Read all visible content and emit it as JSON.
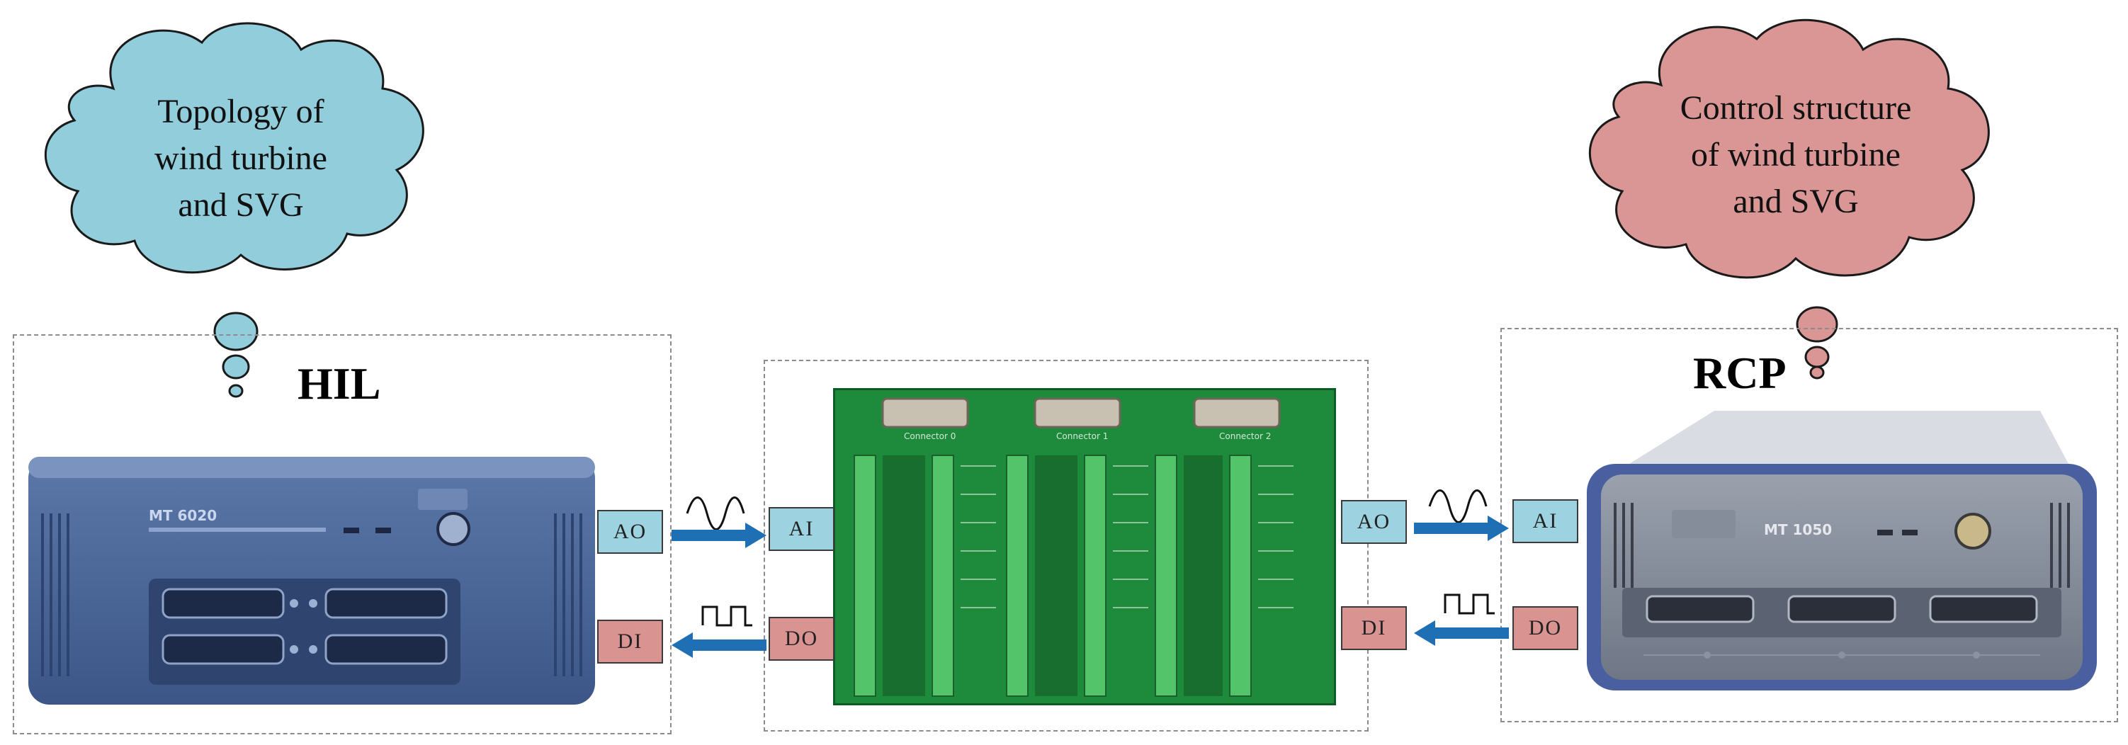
{
  "clouds": {
    "left": {
      "lines": [
        "Topology of",
        "wind turbine",
        "and SVG"
      ],
      "color": "#92cddc"
    },
    "right": {
      "lines": [
        "Control structure",
        "of wind turbine",
        "and SVG"
      ],
      "color": "#d99694"
    }
  },
  "titles": {
    "hil": "HIL",
    "rcp": "RCP"
  },
  "signals": {
    "ao_left": "AO",
    "ai_mid": "AI",
    "di_left": "DI",
    "do_mid": "DO",
    "ao_mid": "AO",
    "ai_right": "AI",
    "di_mid": "DI",
    "do_right": "DO"
  },
  "device_labels": {
    "hil_model": "MT 6020",
    "rcp_model": "MT 1050"
  },
  "board_labels": {
    "connector_left": "Connector 0",
    "connector_mid": "Connector 1",
    "connector_right": "Connector 2"
  },
  "colors": {
    "blue_tag": "#9dd3e1",
    "red_tag": "#d99391",
    "arrow": "#1f6fb5",
    "board_green": "#1e8a3c"
  }
}
